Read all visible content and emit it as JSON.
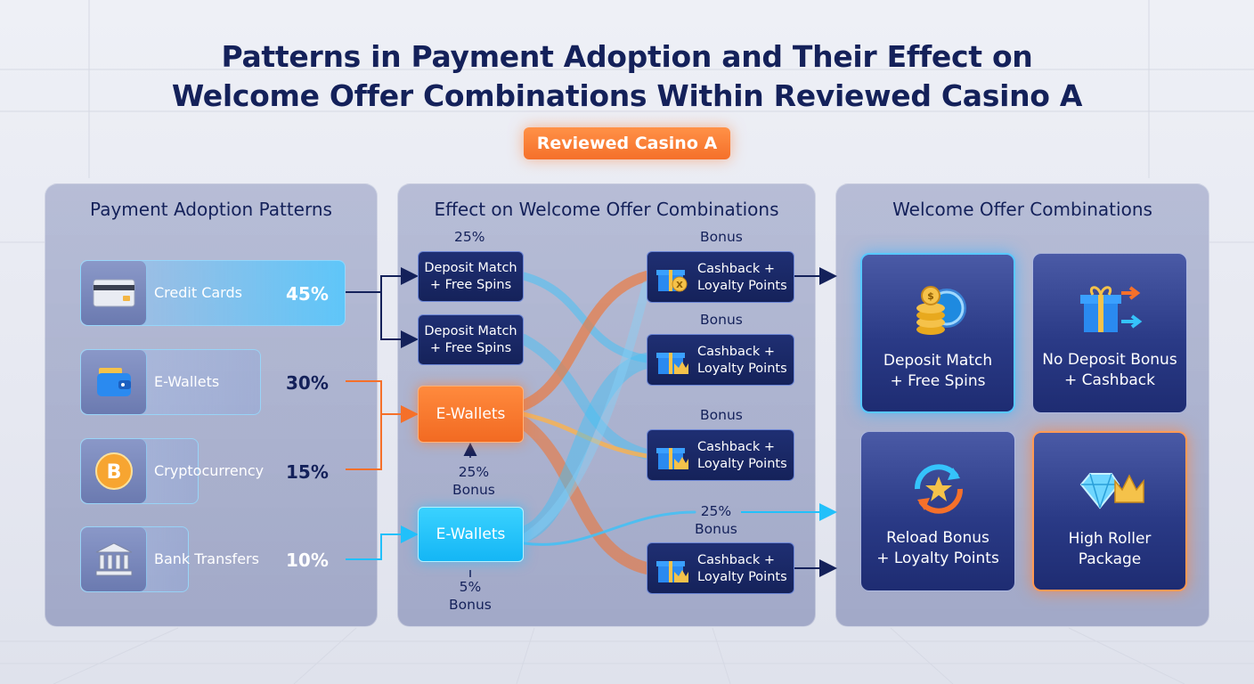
{
  "title_line1": "Patterns in Payment Adoption and Their Effect on",
  "title_line2": "Welcome Offer Combinations Within Reviewed Casino A",
  "badge": "Reviewed Casino A",
  "panels": {
    "left_title": "Payment Adoption Patterns",
    "middle_title": "Effect on Welcome Offer Combinations",
    "right_title": "Welcome Offer Combinations"
  },
  "payments": [
    {
      "label": "Credit Cards",
      "percent": "45%",
      "icon": "credit-card-icon",
      "share": 45
    },
    {
      "label": "E-Wallets",
      "percent": "30%",
      "icon": "wallet-icon",
      "share": 30
    },
    {
      "label": "Cryptocurrency",
      "percent": "15%",
      "icon": "bitcoin-icon",
      "share": 15
    },
    {
      "label": "Bank Transfers",
      "percent": "10%",
      "icon": "bank-icon",
      "share": 10
    }
  ],
  "middle": {
    "top_label": "25%",
    "node1": {
      "line1": "Deposit Match",
      "line2": "+ Free Spins"
    },
    "node2": {
      "line1": "Deposit Match",
      "line2": "+ Free Spins"
    },
    "node3": "E-Wallets",
    "node4": "E-Wallets",
    "mid_label_pct": "25%",
    "mid_label_text": "Bonus",
    "bottom_label_pct": "5%",
    "bottom_label_text": "Bonus",
    "cash_nodes": [
      {
        "top_label": "Bonus",
        "line1": "Cashback +",
        "line2": "Loyalty Points"
      },
      {
        "top_label": "Bonus",
        "line1": "Cashback +",
        "line2": "Loyalty Points"
      },
      {
        "top_label": "Bonus",
        "line1": "Cashback +",
        "line2": "Loyalty Points"
      },
      {
        "top_label_pct": "25%",
        "top_label": "Bonus",
        "line1": "Cashback +",
        "line2": "Loyalty Points"
      }
    ]
  },
  "offers": [
    {
      "line1": "Deposit Match",
      "line2": "+ Free Spins",
      "icon": "coins-icon"
    },
    {
      "line1": "No Deposit Bonus",
      "line2": "+ Cashback",
      "icon": "gift-arrows-icon"
    },
    {
      "line1": "Reload Bonus",
      "line2": "+ Loyalty Points",
      "icon": "reload-star-icon"
    },
    {
      "line1": "High Roller",
      "line2": "Package",
      "icon": "diamond-crown-icon"
    }
  ],
  "colors": {
    "navy": "#14215a",
    "orange": "#f5702a",
    "cyan": "#22c0fa"
  }
}
